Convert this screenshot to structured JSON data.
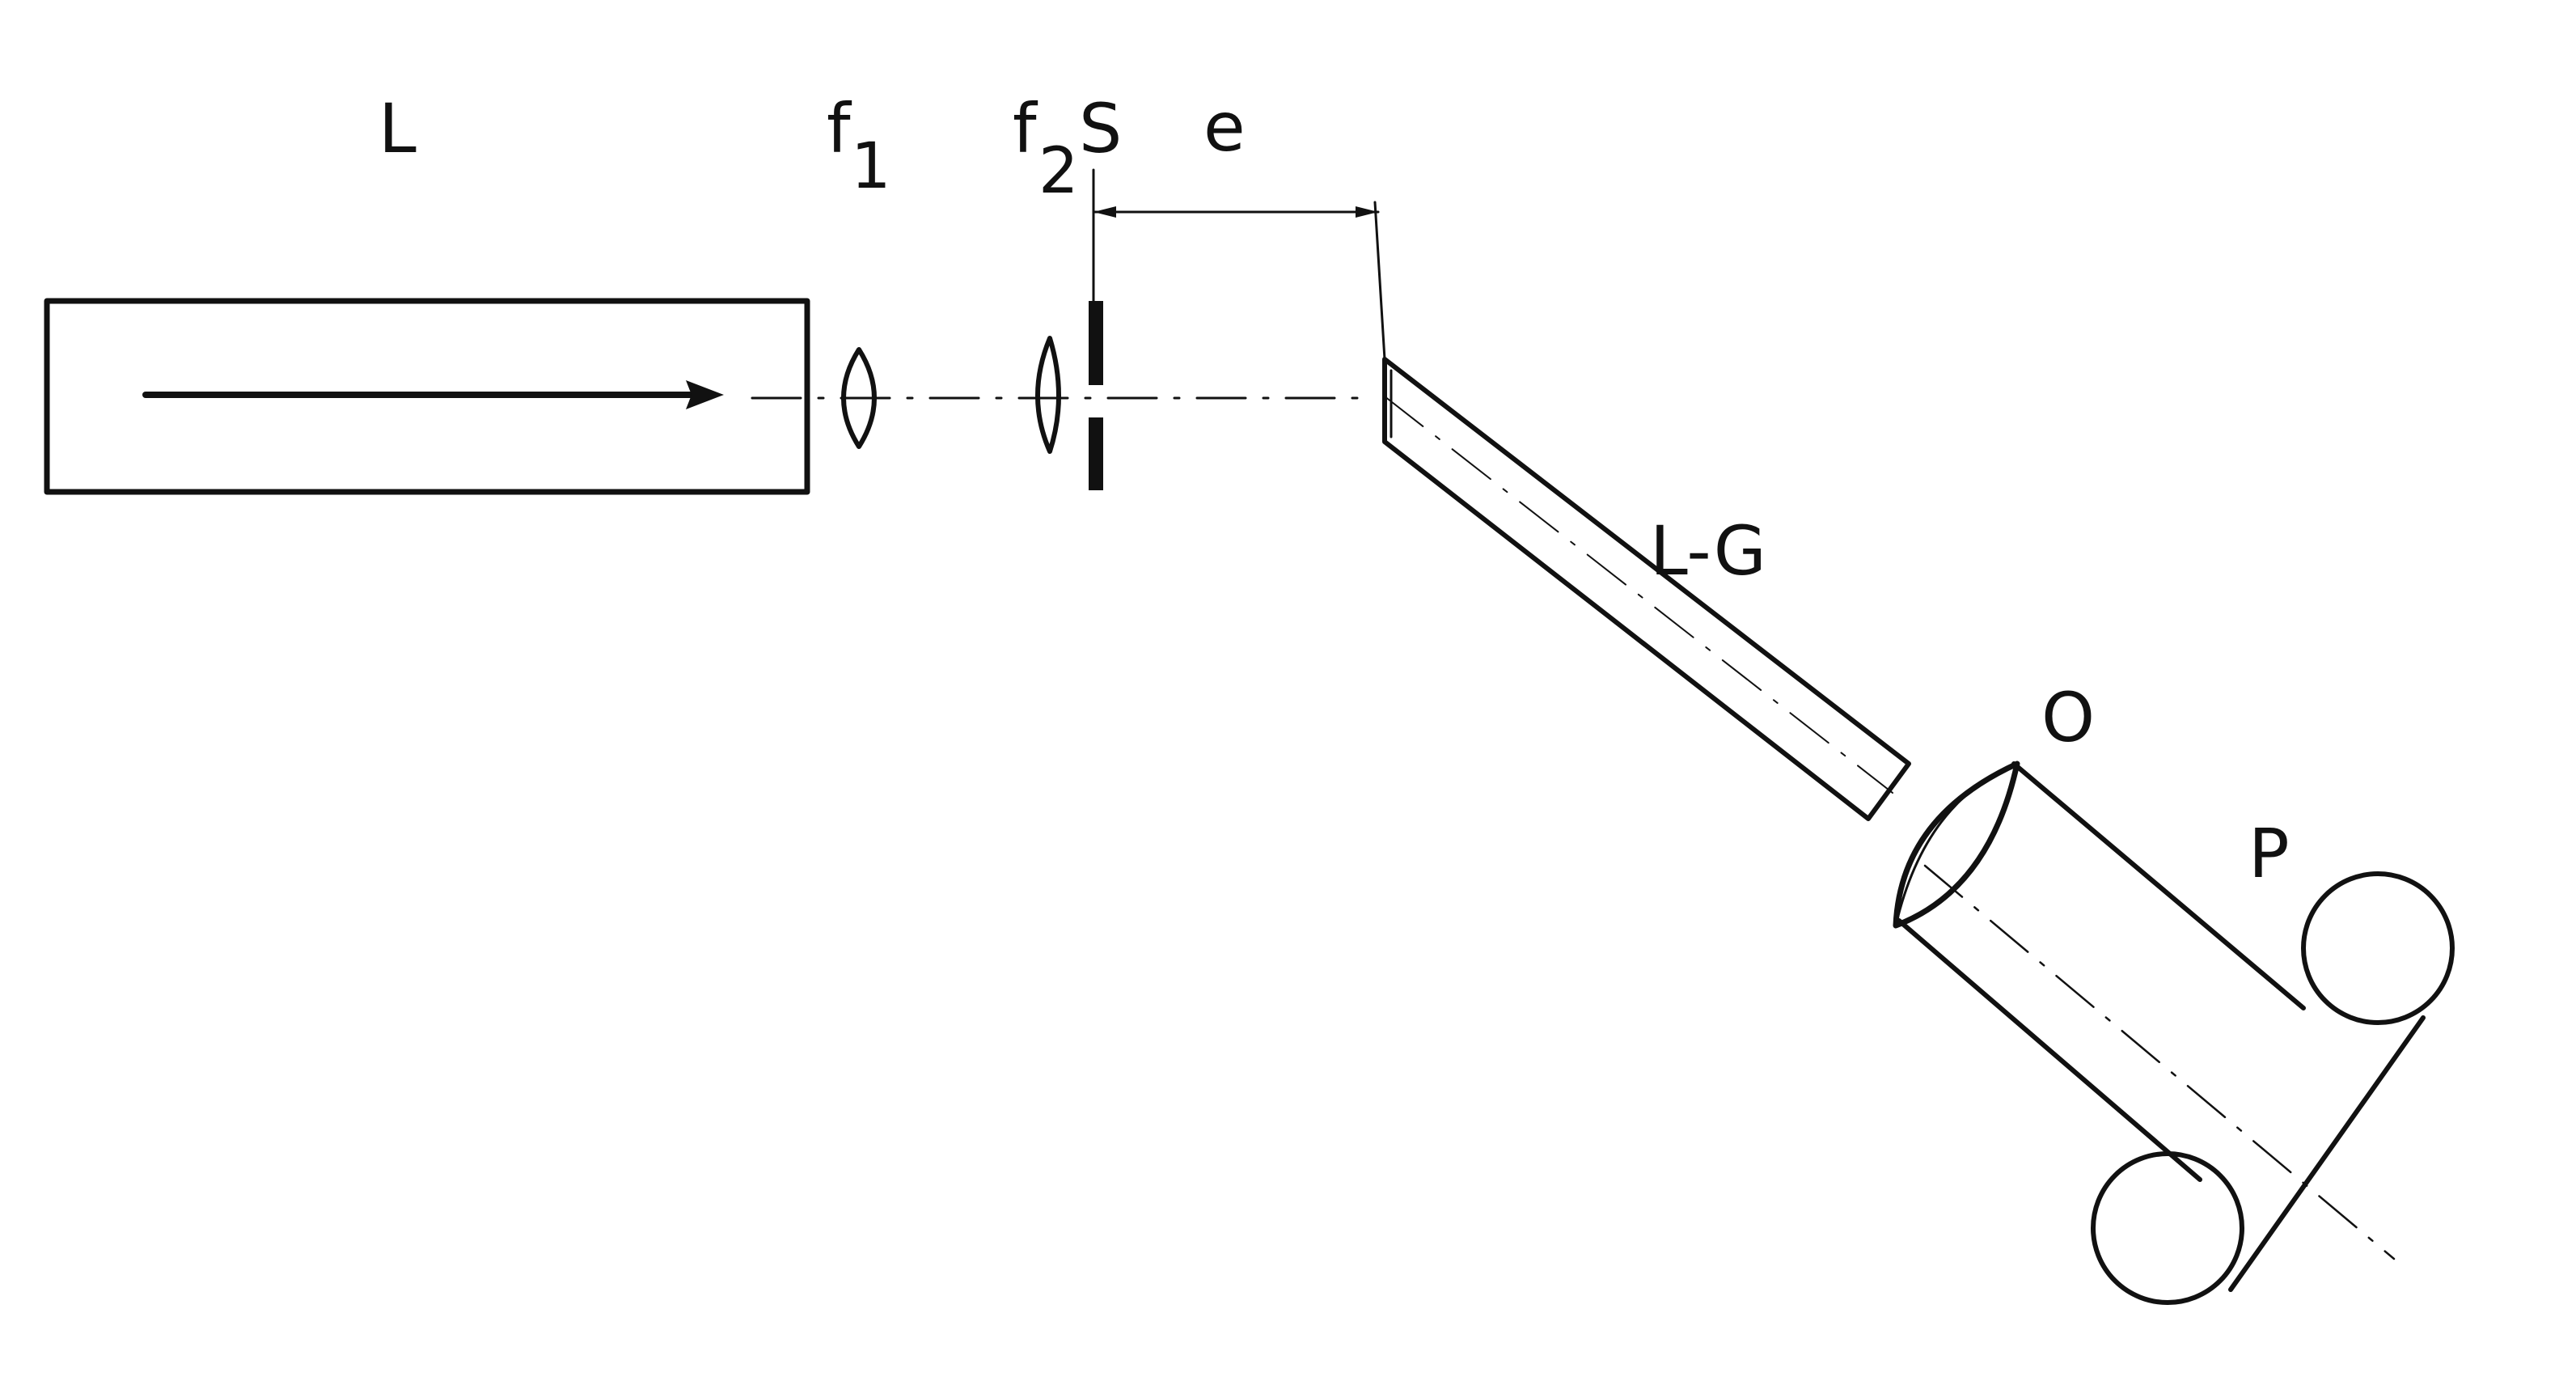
{
  "labels": {
    "laser": "L",
    "lens1_f": "f",
    "lens1_sub": "1",
    "lens2_f": "f",
    "lens2_sub": "2",
    "slit": "S",
    "distance": "e",
    "light_guide": "L-G",
    "objective": "O",
    "film_spool": "P"
  },
  "colors": {
    "ink": "#111111",
    "background": "#ffffff"
  }
}
